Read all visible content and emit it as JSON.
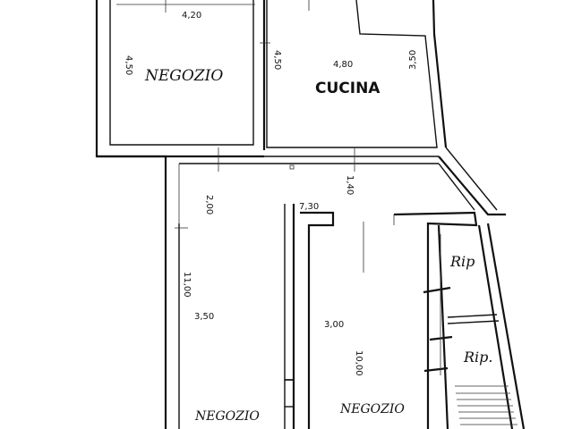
{
  "rooms": {
    "negozio_top": "NEGOZIO",
    "cucina": "CUCINA",
    "negozio_left": "NEGOZIO",
    "negozio_center": "NEGOZIO",
    "rip_top": "Rip",
    "rip_bottom": "Rip."
  },
  "dimensions": {
    "d_420": "4,20",
    "d_450_left": "4,50",
    "d_450_mid": "4,50",
    "d_480": "4,80",
    "d_350_right": "3,50",
    "d_200": "2,00",
    "d_140": "1,40",
    "d_730": "7,30",
    "d_1100": "11,00",
    "d_350_left": "3,50",
    "d_300": "3,00",
    "d_1000": "10,00"
  }
}
